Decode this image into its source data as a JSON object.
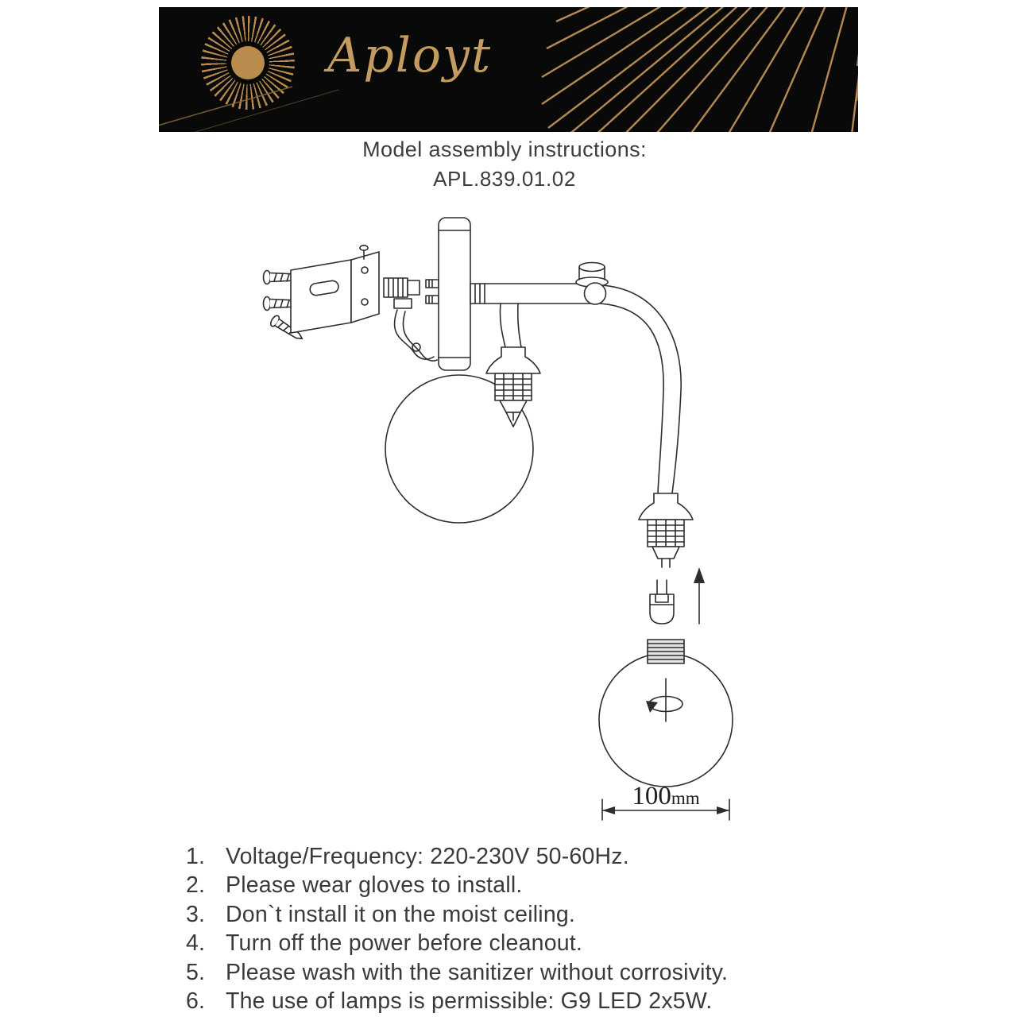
{
  "header": {
    "brand": "Aployt"
  },
  "title": {
    "line1": "Model assembly instructions:",
    "line2": "APL.839.01.02"
  },
  "diagram": {
    "dimension_value": "100",
    "dimension_unit": "mm"
  },
  "instructions": [
    {
      "num": "1.",
      "text": "Voltage/Frequency: 220-230V 50-60Hz."
    },
    {
      "num": "2.",
      "text": "Please wear gloves to install."
    },
    {
      "num": "3.",
      "text": "Don`t install it on the moist ceiling."
    },
    {
      "num": "4.",
      "text": "Turn off the power before cleanout."
    },
    {
      "num": "5.",
      "text": "Please wash with the sanitizer without corrosivity."
    },
    {
      "num": "6.",
      "text": "The use of lamps is permissible: G9 LED 2x5W."
    }
  ],
  "colors": {
    "gold": "#b98c4e",
    "banner_black": "#090909",
    "line": "#2d2d2d"
  }
}
